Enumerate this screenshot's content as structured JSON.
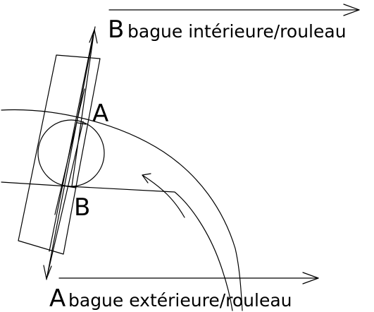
{
  "labels": {
    "top_prefix": "B",
    "top_suffix": "bague intérieure/rouleau",
    "point_a": "A",
    "point_b": "B",
    "bottom_prefix": "A",
    "bottom_suffix": "bague extérieure/rouleau"
  },
  "colors": {
    "ink": "#000000",
    "background": "#ffffff"
  },
  "icons": {
    "top_arrow": "right-arrow-icon",
    "bottom_arrow": "right-arrow-icon",
    "force_arrow_up": "up-arrow-icon",
    "force_arrow_down": "down-arrow-icon",
    "rotation_arrow": "curved-arrow-icon"
  }
}
